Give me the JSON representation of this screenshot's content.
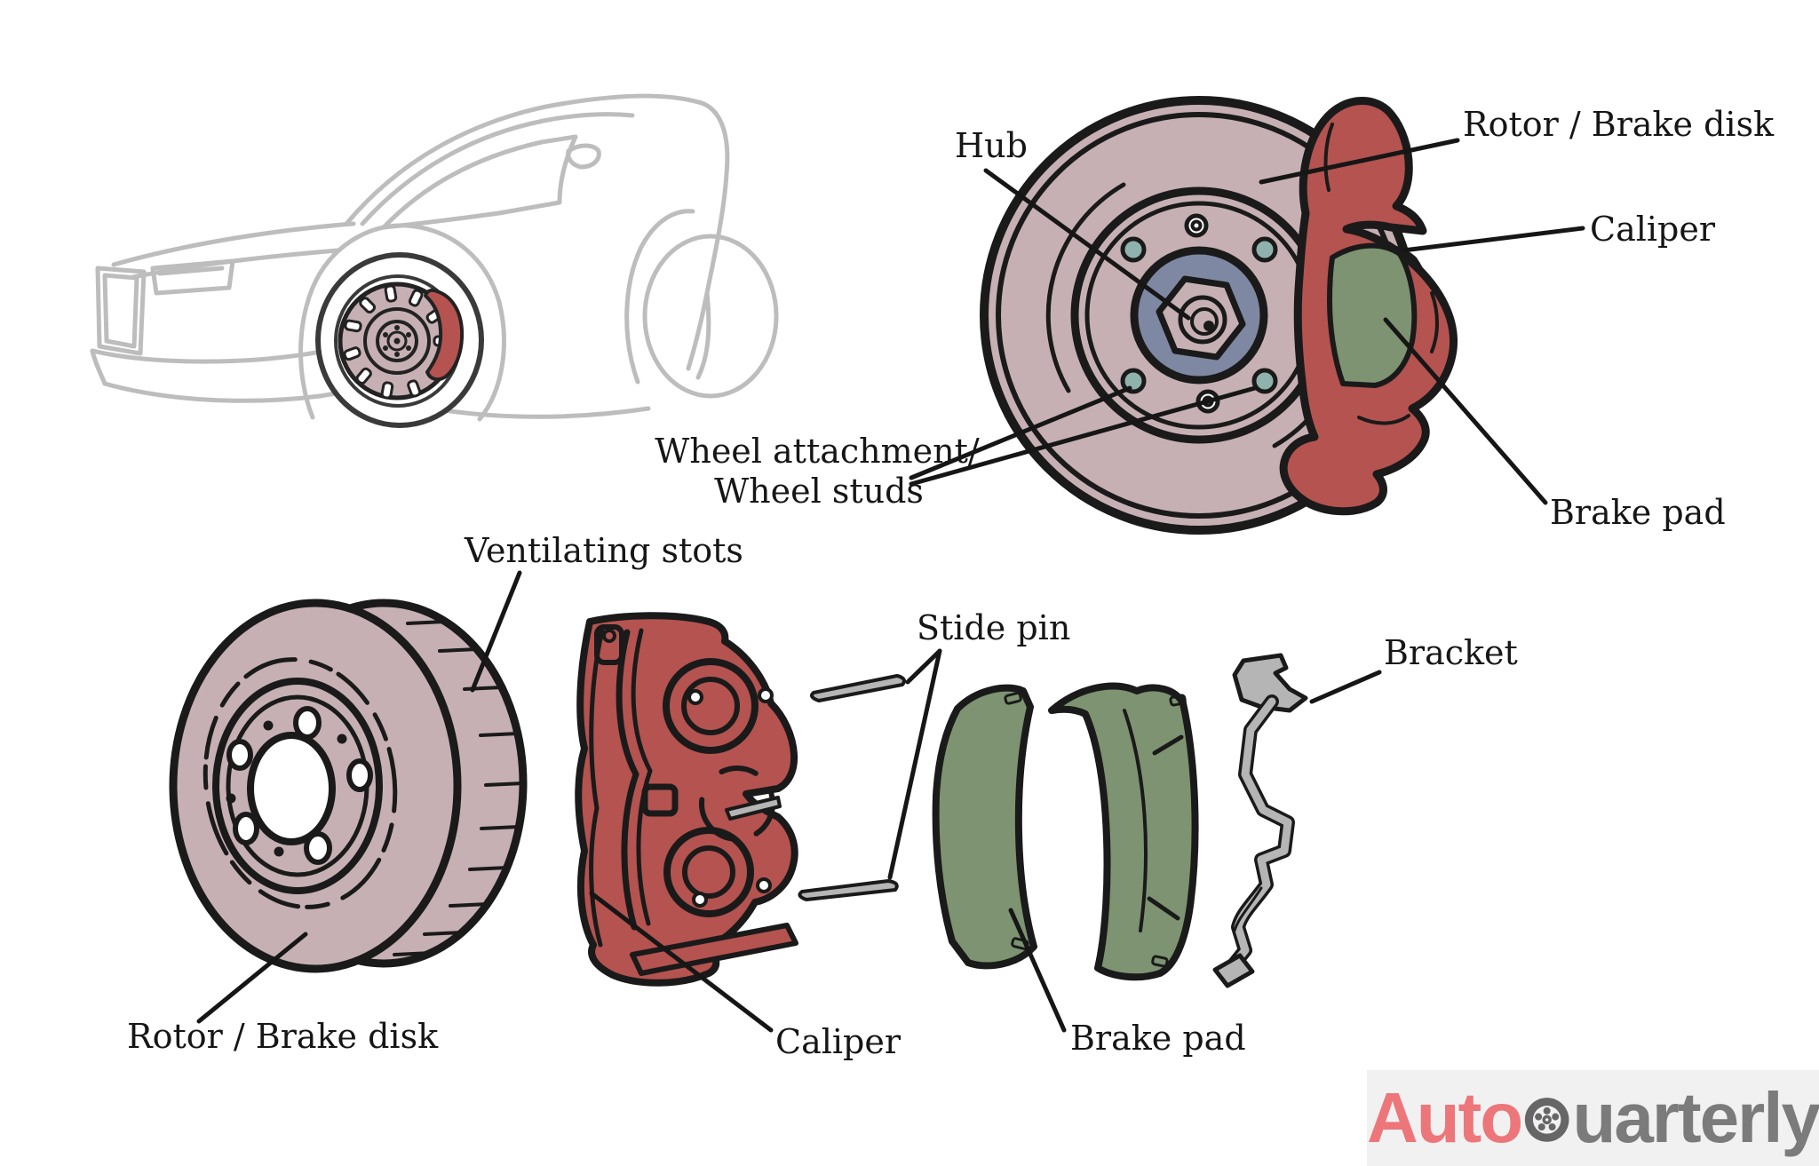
{
  "labels": {
    "hub": "Hub",
    "rotor_brake_disk_top": "Rotor / Brake disk",
    "caliper_top": "Caliper",
    "wheel_attachment_line1": "Wheel attachment/",
    "wheel_attachment_line2": "Wheel studs",
    "brake_pad_top": "Brake pad",
    "ventilating_slots": "Ventilating stots",
    "slide_pin": "Stide pin",
    "bracket": "Bracket",
    "rotor_brake_disk_bottom": "Rotor / Brake disk",
    "caliper_bottom": "Caliper",
    "brake_pad_bottom": "Brake pad"
  },
  "logo": {
    "prefix": "Auto",
    "suffix": "uarterly",
    "icon": "wheel-icon"
  },
  "colors": {
    "rotor": "#c6b0b4",
    "caliper": "#b4534f",
    "brake_pad": "#7d9371",
    "hub": "#7e88a3",
    "studs": "#8fb2ad",
    "metal": "#b5b5b5",
    "sketch": "#bdbdbd",
    "outline": "#1a1a1a",
    "label_text": "#161616",
    "logo_accent": "#ed767b",
    "logo_text": "#7b7b7b",
    "logo_bg": "#f1f1f1",
    "background": "#ffffff"
  }
}
